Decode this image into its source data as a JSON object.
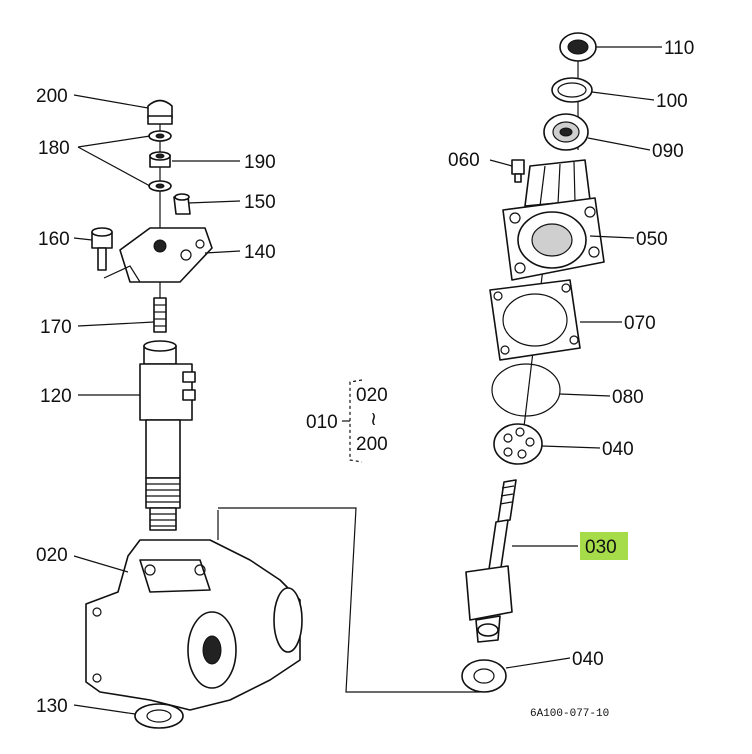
{
  "labels": {
    "p200_top": "200",
    "p180": "180",
    "p190": "190",
    "p150": "150",
    "p160": "160",
    "p140": "140",
    "p170": "170",
    "p120": "120",
    "p020_left": "020",
    "p130": "130",
    "p110": "110",
    "p100": "100",
    "p090": "090",
    "p060": "060",
    "p050": "050",
    "p070": "070",
    "p080": "080",
    "p040_upper": "040",
    "p030": "030",
    "p040_lower": "040",
    "assembly_main": "010",
    "assembly_from": "020",
    "assembly_tilde": "≀",
    "assembly_to": "200"
  },
  "drawing_code": "6A100-077-10",
  "colors": {
    "highlight": "#a6db4a",
    "ink": "#111111"
  }
}
